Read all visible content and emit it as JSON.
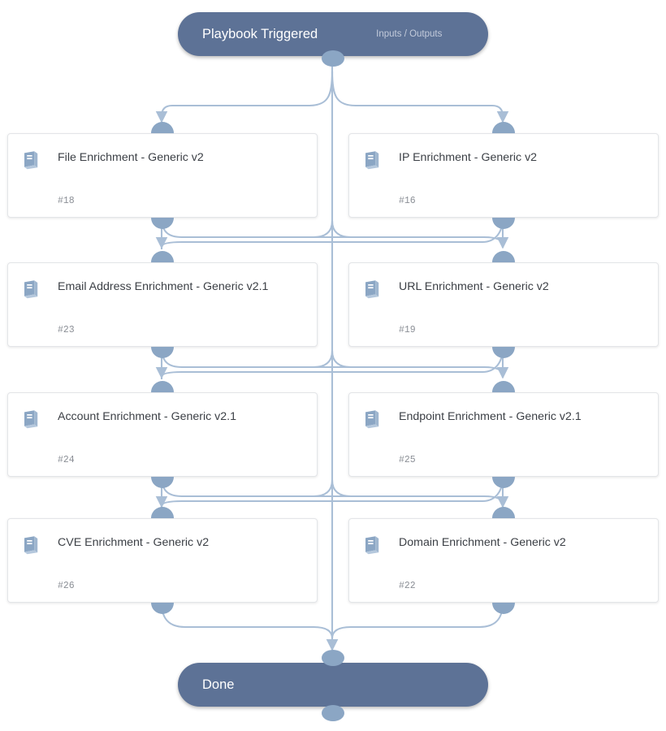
{
  "diagram": {
    "type": "playbook-workflow",
    "background": "#ffffff",
    "accent_node": "#5d7296",
    "accent_port": "#8ba6c4",
    "edge_color": "#a9bed6",
    "card_border": "#e3e5e8",
    "title_color": "#3b3f45",
    "id_color": "#8b8f96"
  },
  "start_node": {
    "title": "Playbook Triggered",
    "subtitle": "Inputs / Outputs"
  },
  "end_node": {
    "title": "Done"
  },
  "tasks": [
    {
      "title": "File Enrichment - Generic v2",
      "id": "#18",
      "icon": "playbook-book-icon",
      "column": "left",
      "row": 1
    },
    {
      "title": "IP Enrichment - Generic v2",
      "id": "#16",
      "icon": "playbook-book-icon",
      "column": "right",
      "row": 1
    },
    {
      "title": "Email Address Enrichment - Generic v2.1",
      "id": "#23",
      "icon": "playbook-book-icon",
      "column": "left",
      "row": 2
    },
    {
      "title": "URL Enrichment - Generic v2",
      "id": "#19",
      "icon": "playbook-book-icon",
      "column": "right",
      "row": 2
    },
    {
      "title": "Account Enrichment - Generic v2.1",
      "id": "#24",
      "icon": "playbook-book-icon",
      "column": "left",
      "row": 3
    },
    {
      "title": "Endpoint Enrichment - Generic v2.1",
      "id": "#25",
      "icon": "playbook-book-icon",
      "column": "right",
      "row": 3
    },
    {
      "title": "CVE Enrichment - Generic v2",
      "id": "#26",
      "icon": "playbook-book-icon",
      "column": "left",
      "row": 4
    },
    {
      "title": "Domain Enrichment - Generic v2",
      "id": "#22",
      "icon": "playbook-book-icon",
      "column": "right",
      "row": 4
    }
  ]
}
